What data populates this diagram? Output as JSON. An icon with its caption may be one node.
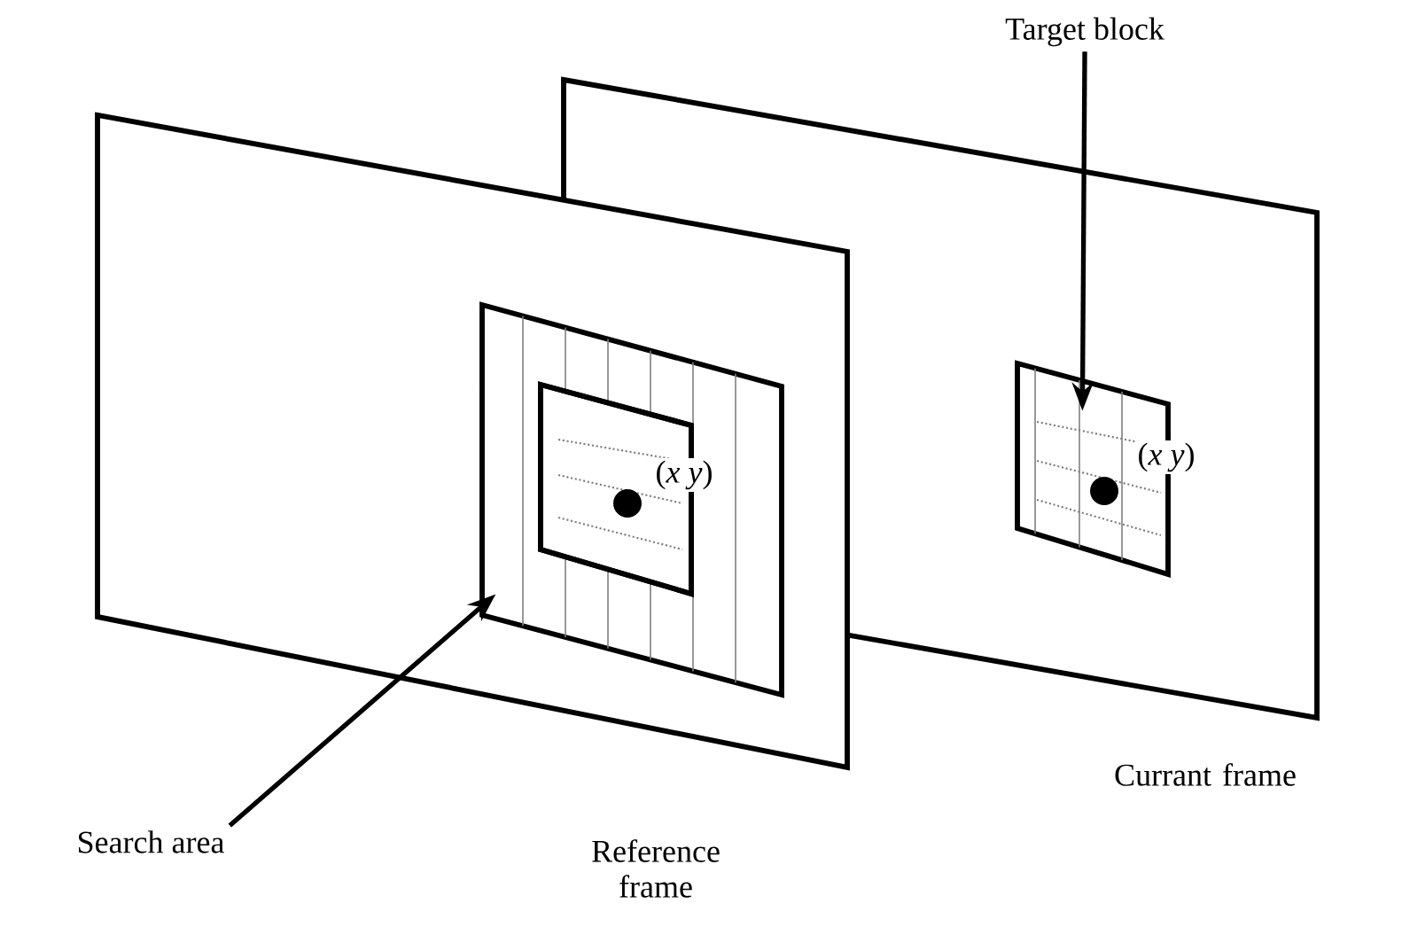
{
  "diagram": {
    "nodes": [
      {
        "text": [],
        "shape": "box",
        "beside": [
          "Reference frame"
        ]
      },
      {
        "text": [],
        "shape": "box",
        "beside": [
          "Currant frame"
        ]
      },
      {
        "text": [],
        "shape": "box",
        "in": 0
      },
      {
        "text": [],
        "shape": "box",
        "in": 2
      },
      {
        "text": [],
        "shape": "box",
        "in": 1
      },
      {
        "text": [
          "Search area"
        ]
      },
      {
        "text": [
          "Target block"
        ]
      }
    ],
    "edges": [
      {
        "from": 5,
        "to": 2,
        "arrow": "to"
      },
      {
        "from": 6,
        "to": 4,
        "arrow": "to"
      }
    ],
    "labels": [
      "(*x* *y*)",
      "(*x* *y*)"
    ]
  }
}
